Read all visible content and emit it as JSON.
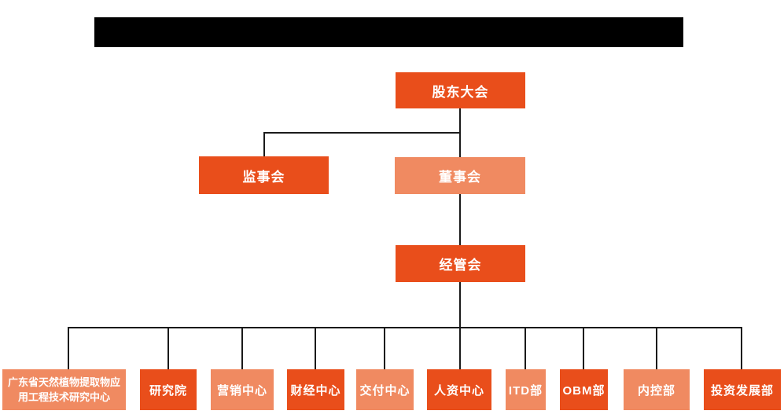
{
  "colors": {
    "primary": "#E94E1B",
    "secondary": "#F08A61",
    "line": "#1A1A1A",
    "node_text": "#FFFFFF",
    "redaction": "#000000"
  },
  "org_chart": {
    "redacted_title": "",
    "nodes": {
      "shareholders_meeting": {
        "label": "股东大会",
        "tone": "primary"
      },
      "supervisory_board": {
        "label": "监事会",
        "tone": "primary"
      },
      "board_of_directors": {
        "label": "董事会",
        "tone": "secondary"
      },
      "management_committee": {
        "label": "经管会",
        "tone": "primary"
      }
    },
    "departments": [
      {
        "label": "广东省天然植物提取物应用工程技术研究中心",
        "tone": "secondary"
      },
      {
        "label": "研究院",
        "tone": "primary"
      },
      {
        "label": "营销中心",
        "tone": "secondary"
      },
      {
        "label": "财经中心",
        "tone": "primary"
      },
      {
        "label": "交付中心",
        "tone": "secondary"
      },
      {
        "label": "人资中心",
        "tone": "primary"
      },
      {
        "label": "ITD部",
        "tone": "secondary"
      },
      {
        "label": "OBM部",
        "tone": "primary"
      },
      {
        "label": "内控部",
        "tone": "secondary"
      },
      {
        "label": "投资发展部",
        "tone": "primary"
      }
    ]
  }
}
